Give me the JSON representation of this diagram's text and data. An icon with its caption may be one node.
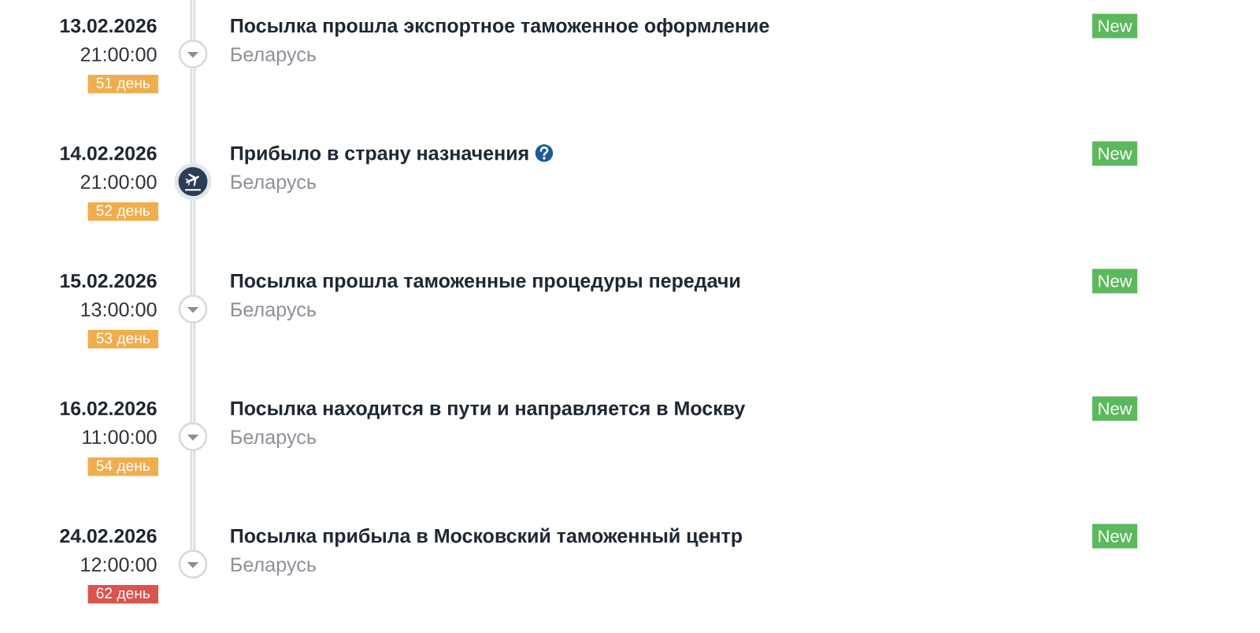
{
  "diagram": {
    "nodes": [
      {
        "text": [],
        "shape": "circle",
        "beside": [
          "13.02.2026",
          "21:00:00",
          "Посылка прошла экспортное таможенное оформление",
          "Беларусь"
        ]
      },
      {
        "text": [
          "51 день"
        ]
      },
      {
        "text": [
          "New"
        ]
      },
      {
        "text": [],
        "shape": "circle",
        "beside": [
          "14.02.2026",
          "21:00:00",
          "Прибыло в страну назначения",
          "Беларусь"
        ]
      },
      {
        "text": [
          "52 день"
        ]
      },
      {
        "text": [
          "New"
        ]
      },
      {
        "text": [],
        "shape": "circle",
        "beside": [
          "15.02.2026",
          "13:00:00",
          "Посылка прошла таможенные процедуры передачи",
          "Беларусь"
        ]
      },
      {
        "text": [
          "53 день"
        ]
      },
      {
        "text": [
          "New"
        ]
      },
      {
        "text": [],
        "shape": "circle",
        "beside": [
          "16.02.2026",
          "11:00:00",
          "Посылка находится в пути и направляется в Москву",
          "Беларусь"
        ]
      },
      {
        "text": [
          "54 день"
        ]
      },
      {
        "text": [
          "New"
        ]
      },
      {
        "text": [],
        "shape": "circle",
        "beside": [
          "24.02.2026",
          "12:00:00",
          "Посылка прибыла в Московский таможенный центр",
          "Беларусь"
        ]
      },
      {
        "text": [
          "62 день"
        ]
      },
      {
        "text": [
          "New"
        ]
      }
    ],
    "edges": [
      {
        "from": null,
        "to": 0,
        "arrow": "none"
      },
      {
        "from": 0,
        "to": 3,
        "arrow": "none"
      },
      {
        "from": 3,
        "to": 6,
        "arrow": "none"
      },
      {
        "from": 6,
        "to": 9,
        "arrow": "none"
      },
      {
        "from": 9,
        "to": 12,
        "arrow": "none"
      }
    ]
  }
}
